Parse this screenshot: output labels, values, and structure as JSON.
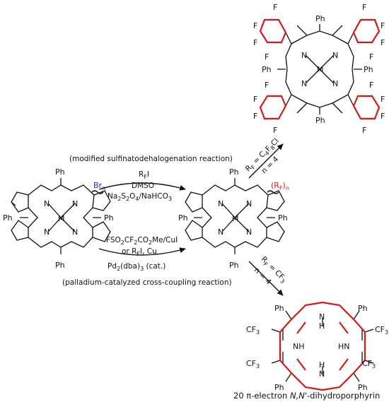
{
  "colors": {
    "bond": "#111111",
    "highlight": "#d11a1a",
    "bromine": "#1a2fb3",
    "rf": "#d11a1a"
  },
  "labels": {
    "ph": "Ph",
    "n": "N",
    "m": "M",
    "nh": "NH",
    "hn": "HN",
    "h": "H",
    "f": "F",
    "cf3": "CF",
    "cf3_sub": "3"
  },
  "start": {
    "br": "Br",
    "br_sub": "n"
  },
  "product": {
    "rf": "(R",
    "rf_sub": "F",
    "rf_close": ")",
    "rf_n": "n"
  },
  "notes": {
    "top": "(modified sulfinatodehalogenation reaction)",
    "bottom": "(palladium-catalyzed cross-coupling reaction)"
  },
  "conditions_top": {
    "line1": "R",
    "line1_sub": "F",
    "line1_end": "I",
    "line2": "DMSO",
    "line3": "Na",
    "line3_s1": "2",
    "line3_b": "S",
    "line3_s2": "2",
    "line3_c": "O",
    "line3_s3": "4",
    "line3_d": "/NaHCO",
    "line3_s4": "3"
  },
  "conditions_bottom": {
    "line1": "FSO",
    "line1_s1": "2",
    "line1_b": "CF",
    "line1_s2": "2",
    "line1_c": "CO",
    "line1_s3": "2",
    "line1_d": "Me/CuI",
    "line2": "or R",
    "line2_sub": "F",
    "line2_end": "I, Cu",
    "line3": "Pd",
    "line3_s1": "2",
    "line3_b": "(dba)",
    "line3_s2": "3",
    "line3_c": " (cat.)"
  },
  "arrow_up": {
    "a": "R",
    "a_sub": "F",
    "b": " = C",
    "b_sub": "4",
    "c": "F",
    "c_sub": "8",
    "d": "Cl",
    "n": "n = 4"
  },
  "arrow_down": {
    "a": "R",
    "a_sub": "F",
    "b": " = CF",
    "b_sub": "3",
    "n": "n = 4"
  },
  "caption": {
    "text": "20 π-electron ",
    "italic": "N,N'",
    "rest": "-dihydroporphyrin"
  }
}
